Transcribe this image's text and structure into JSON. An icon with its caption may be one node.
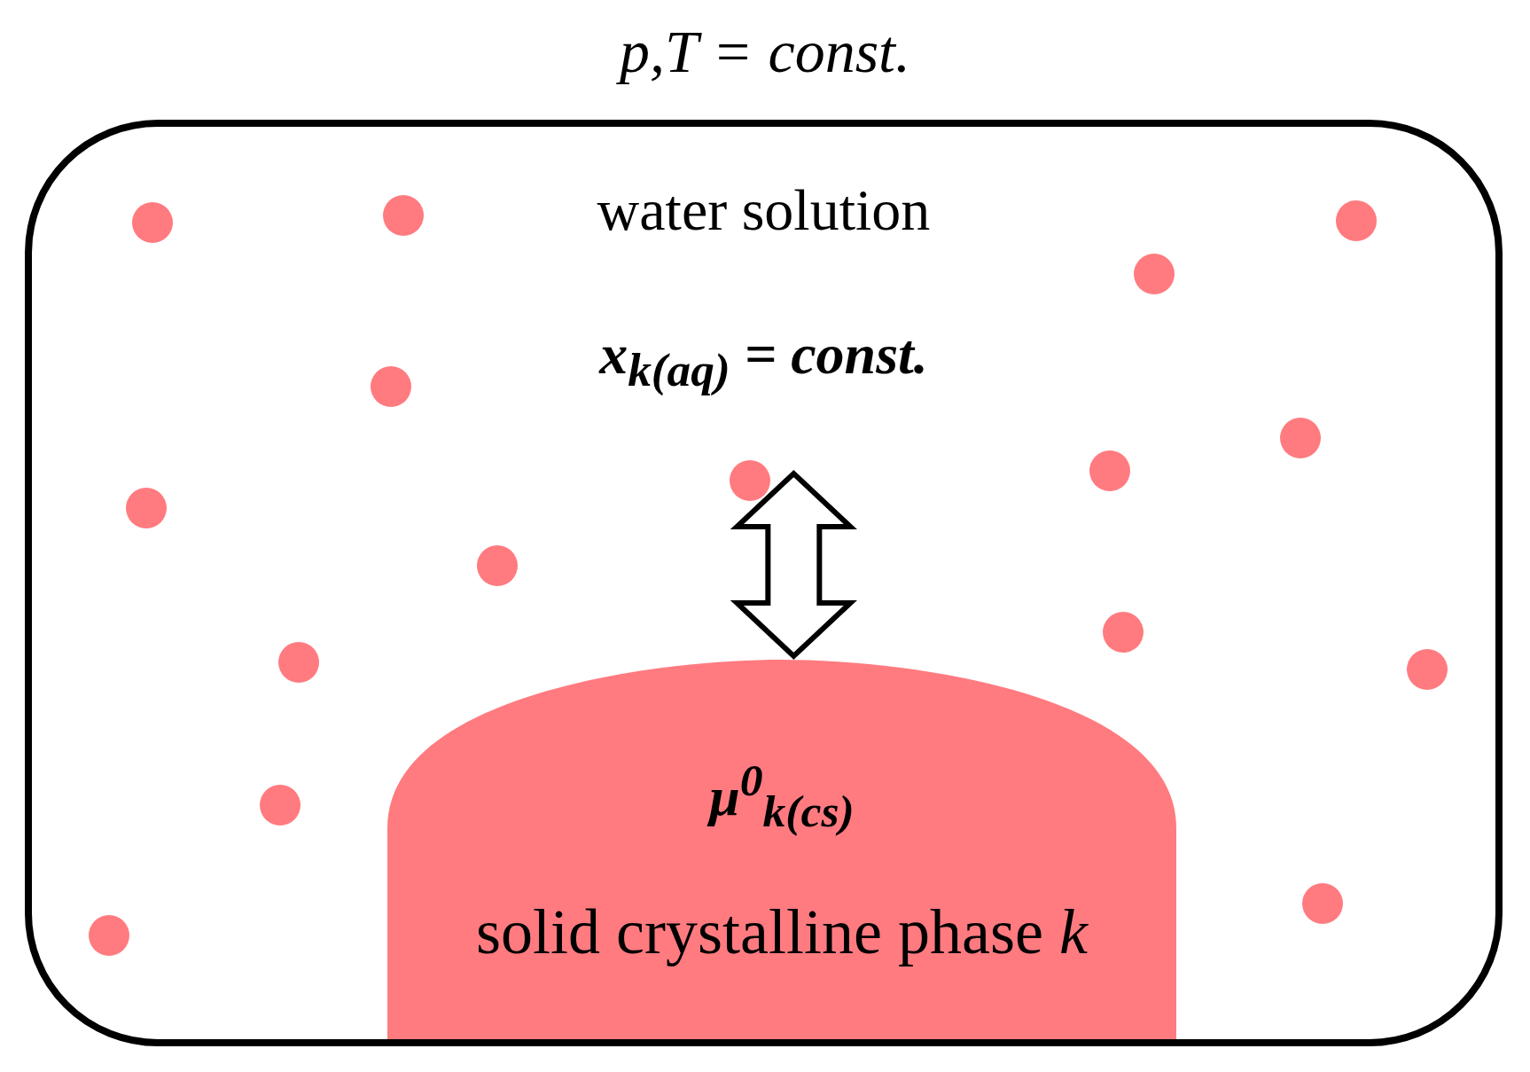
{
  "diagram": {
    "title": "p,T = const.",
    "nodes": [
      {
        "text": [
          "water solution",
          "x$_{k(aq)}$ = const."
        ]
      },
      {
        "text": [
          "μ$^{0}$$_{k(cs)}$",
          "solid crystalline phase *k*"
        ],
        "in": 0
      }
    ],
    "edges": [
      {
        "from": null,
        "to": 1,
        "arrow": "both"
      }
    ]
  }
}
